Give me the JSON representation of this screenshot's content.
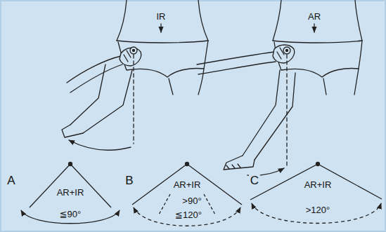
{
  "diagram": {
    "labels": [
      "IR",
      "AR",
      "A",
      "AR+IR",
      "≦90°",
      "B",
      "AR+IR",
      ">90°",
      "≦120°",
      "C",
      "AR+IR",
      ">120°"
    ]
  }
}
